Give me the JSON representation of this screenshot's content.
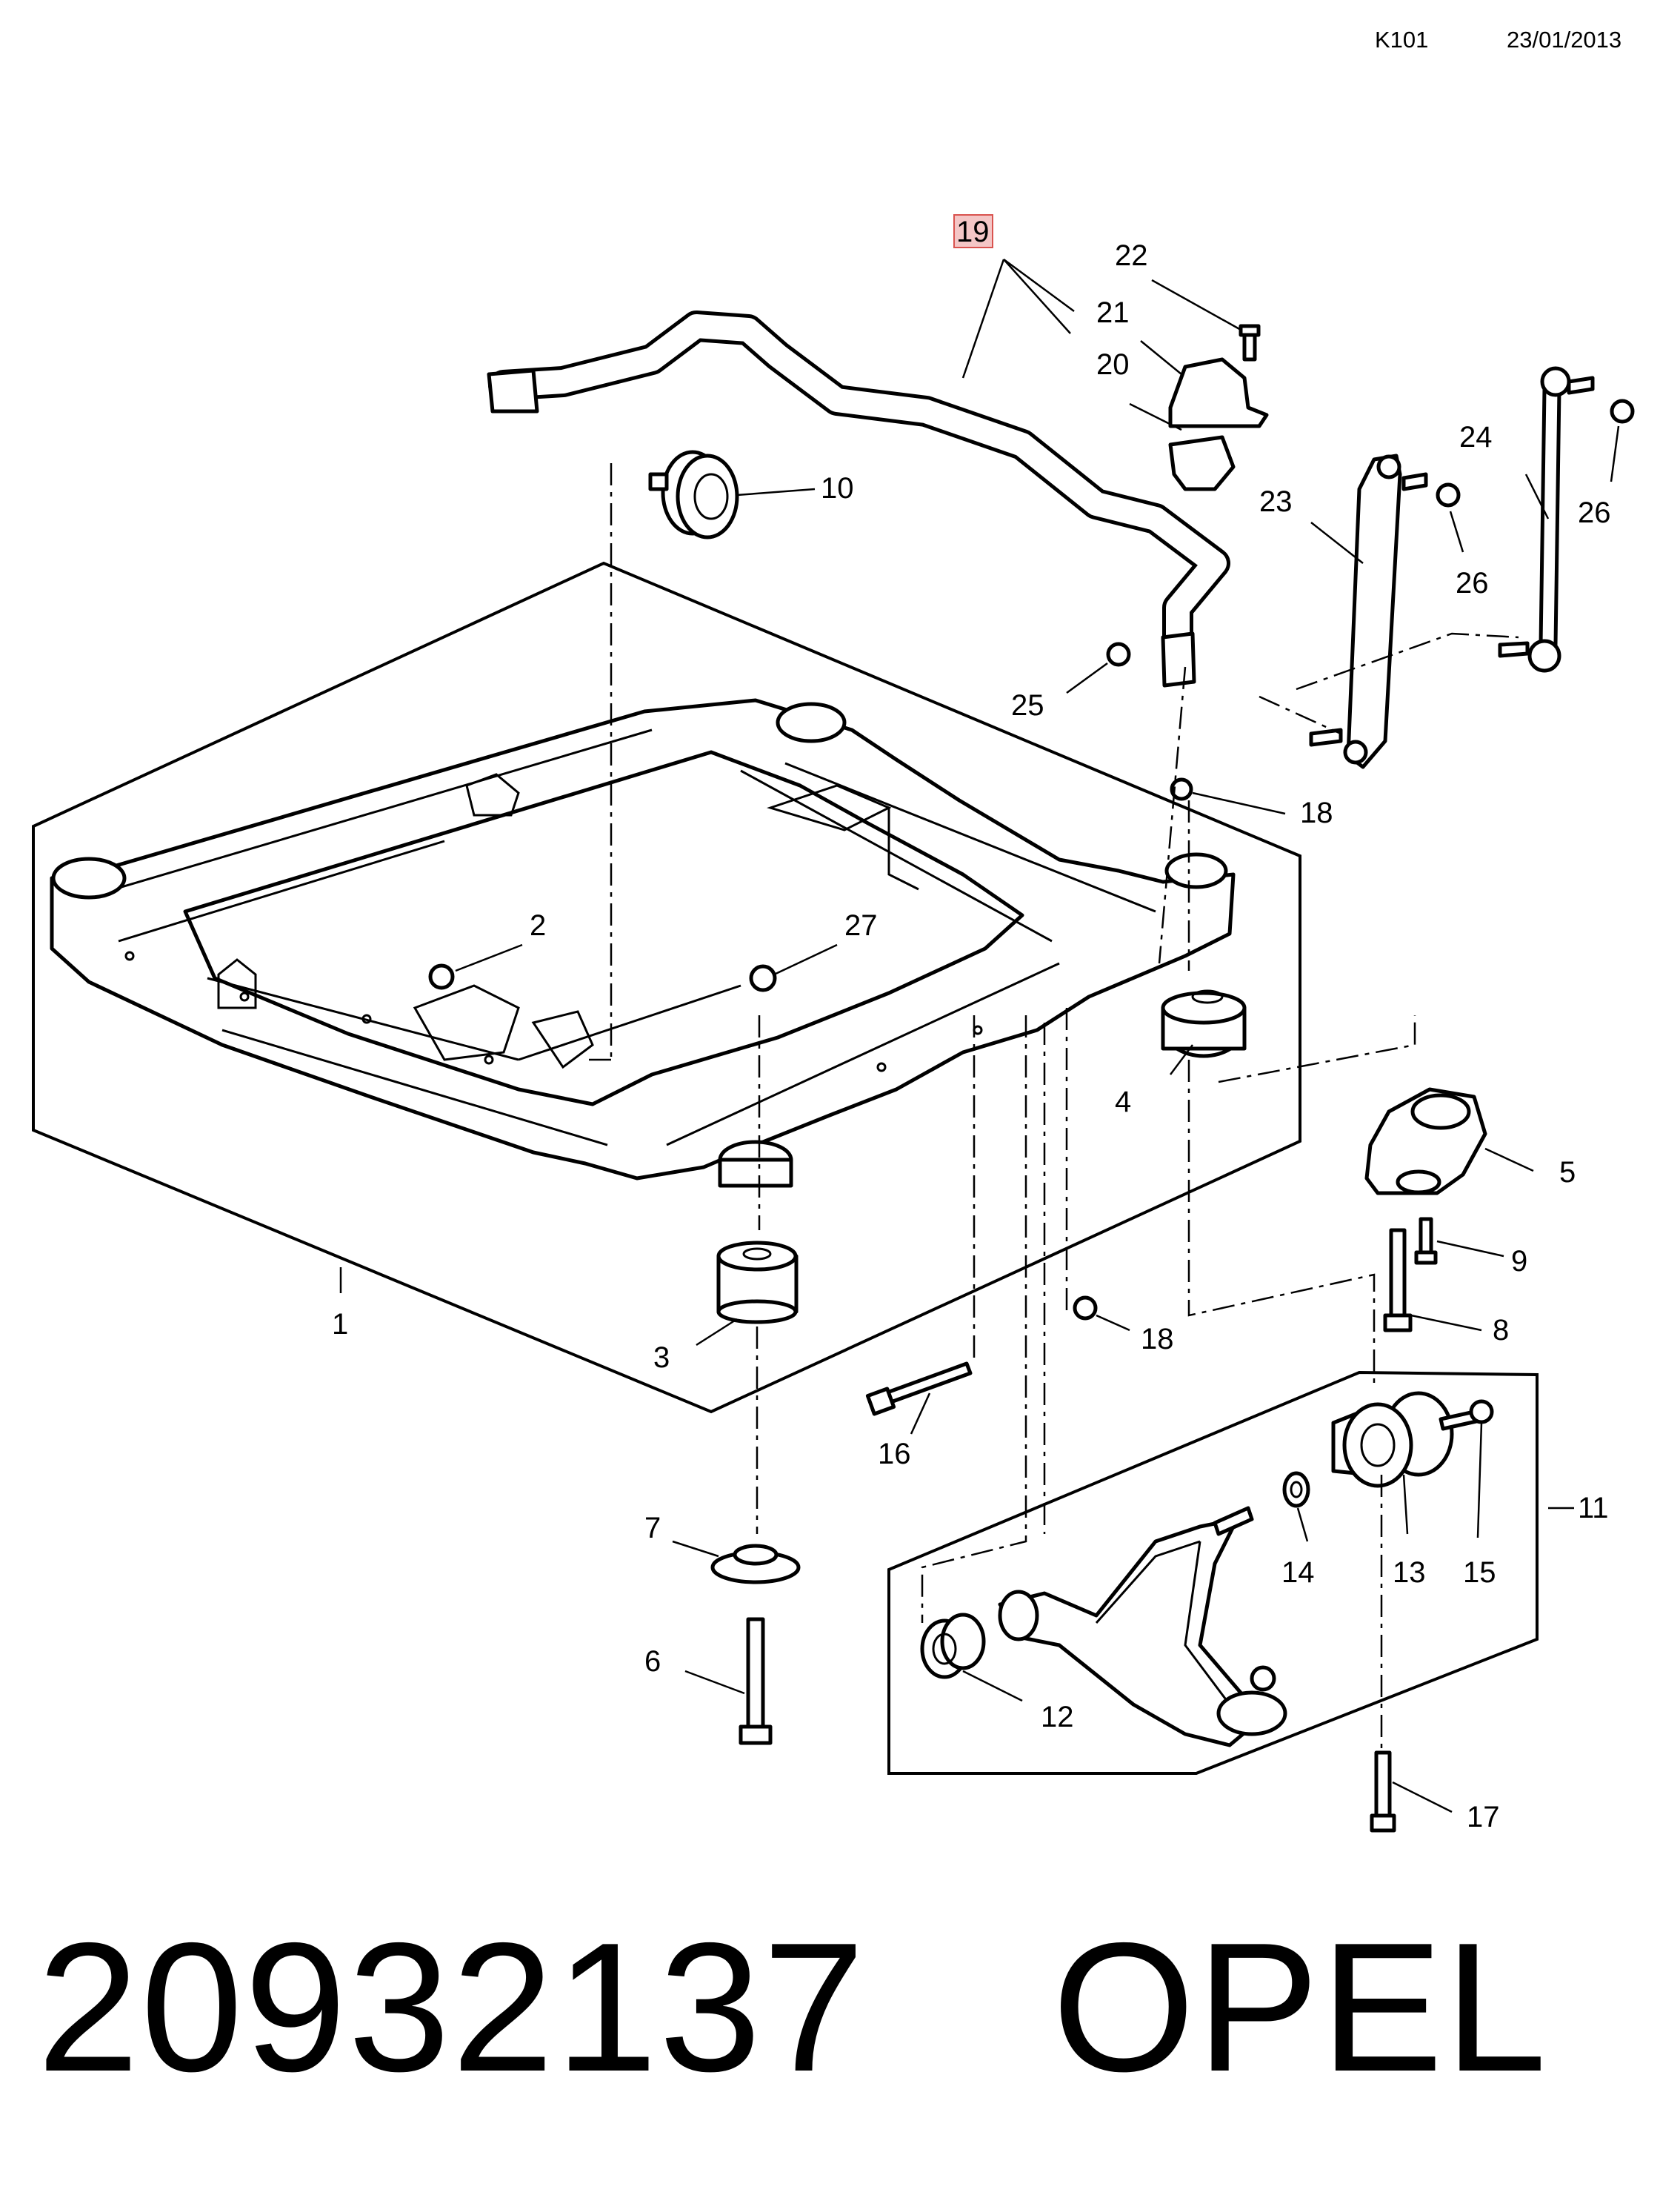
{
  "header": {
    "code": "K101",
    "date": "23/01/2013"
  },
  "callouts": {
    "c1": "1",
    "c2": "2",
    "c3": "3",
    "c4": "4",
    "c5": "5",
    "c6": "6",
    "c7": "7",
    "c8": "8",
    "c9": "9",
    "c10": "10",
    "c11": "11",
    "c12": "12",
    "c13": "13",
    "c14": "14",
    "c15": "15",
    "c16": "16",
    "c17": "17",
    "c18a": "18",
    "c18b": "18",
    "c19": "19",
    "c20": "20",
    "c21": "21",
    "c22": "22",
    "c23": "23",
    "c24": "24",
    "c25": "25",
    "c26a": "26",
    "c26b": "26",
    "c27": "27"
  },
  "highlighted_callout": "19",
  "highlight_color": "#f4c6c6",
  "footer": {
    "part_number": "20932137",
    "brand": "OPEL"
  }
}
